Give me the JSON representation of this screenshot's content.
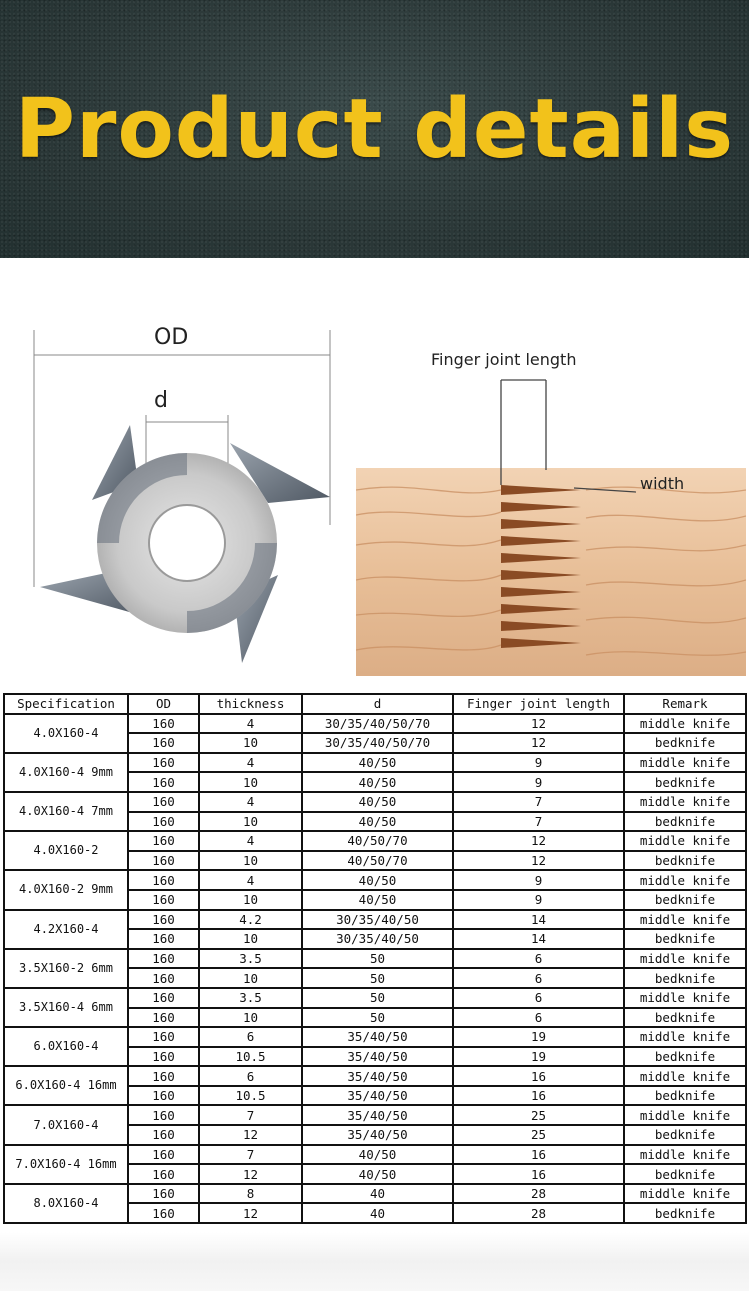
{
  "header": {
    "title": "Product details"
  },
  "diagram_left": {
    "od_label": "OD",
    "d_label": "d"
  },
  "diagram_right": {
    "finger_label": "Finger joint length",
    "width_label": "width"
  },
  "table": {
    "headers": [
      "Specification",
      "OD",
      "thickness",
      "d",
      "Finger joint length",
      "Remark"
    ],
    "groups": [
      {
        "spec": "4.0X160-4",
        "rows": [
          [
            "160",
            "4",
            "30/35/40/50/70",
            "12",
            "middle knife"
          ],
          [
            "160",
            "10",
            "30/35/40/50/70",
            "12",
            "bedknife"
          ]
        ]
      },
      {
        "spec": "4.0X160-4 9mm",
        "rows": [
          [
            "160",
            "4",
            "40/50",
            "9",
            "middle knife"
          ],
          [
            "160",
            "10",
            "40/50",
            "9",
            "bedknife"
          ]
        ]
      },
      {
        "spec": "4.0X160-4 7mm",
        "rows": [
          [
            "160",
            "4",
            "40/50",
            "7",
            "middle knife"
          ],
          [
            "160",
            "10",
            "40/50",
            "7",
            "bedknife"
          ]
        ]
      },
      {
        "spec": "4.0X160-2",
        "rows": [
          [
            "160",
            "4",
            "40/50/70",
            "12",
            "middle knife"
          ],
          [
            "160",
            "10",
            "40/50/70",
            "12",
            "bedknife"
          ]
        ]
      },
      {
        "spec": "4.0X160-2 9mm",
        "rows": [
          [
            "160",
            "4",
            "40/50",
            "9",
            "middle knife"
          ],
          [
            "160",
            "10",
            "40/50",
            "9",
            "bedknife"
          ]
        ]
      },
      {
        "spec": "4.2X160-4",
        "rows": [
          [
            "160",
            "4.2",
            "30/35/40/50",
            "14",
            "middle knife"
          ],
          [
            "160",
            "10",
            "30/35/40/50",
            "14",
            "bedknife"
          ]
        ]
      },
      {
        "spec": "3.5X160-2 6mm",
        "rows": [
          [
            "160",
            "3.5",
            "50",
            "6",
            "middle knife"
          ],
          [
            "160",
            "10",
            "50",
            "6",
            "bedknife"
          ]
        ]
      },
      {
        "spec": "3.5X160-4 6mm",
        "rows": [
          [
            "160",
            "3.5",
            "50",
            "6",
            "middle knife"
          ],
          [
            "160",
            "10",
            "50",
            "6",
            "bedknife"
          ]
        ]
      },
      {
        "spec": "6.0X160-4",
        "rows": [
          [
            "160",
            "6",
            "35/40/50",
            "19",
            "middle knife"
          ],
          [
            "160",
            "10.5",
            "35/40/50",
            "19",
            "bedknife"
          ]
        ]
      },
      {
        "spec": "6.0X160-4 16mm",
        "rows": [
          [
            "160",
            "6",
            "35/40/50",
            "16",
            "middle knife"
          ],
          [
            "160",
            "10.5",
            "35/40/50",
            "16",
            "bedknife"
          ]
        ]
      },
      {
        "spec": "7.0X160-4",
        "rows": [
          [
            "160",
            "7",
            "35/40/50",
            "25",
            "middle knife"
          ],
          [
            "160",
            "12",
            "35/40/50",
            "25",
            "bedknife"
          ]
        ]
      },
      {
        "spec": "7.0X160-4 16mm",
        "rows": [
          [
            "160",
            "7",
            "40/50",
            "16",
            "middle knife"
          ],
          [
            "160",
            "12",
            "40/50",
            "16",
            "bedknife"
          ]
        ]
      },
      {
        "spec": "8.0X160-4",
        "rows": [
          [
            "160",
            "8",
            "40",
            "28",
            "middle knife"
          ],
          [
            "160",
            "12",
            "40",
            "28",
            "bedknife"
          ]
        ]
      }
    ]
  }
}
